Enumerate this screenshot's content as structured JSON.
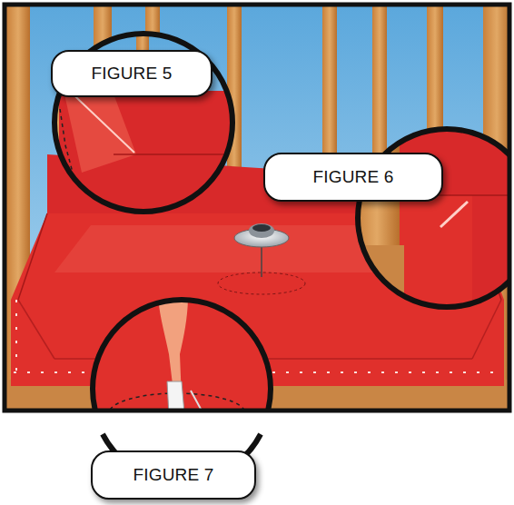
{
  "diagram": {
    "nodes": [
      {
        "text": [
          "FIGURE 5"
        ]
      },
      {
        "text": [
          "FIGURE 6"
        ]
      },
      {
        "text": [
          "FIGURE 7"
        ]
      }
    ]
  }
}
